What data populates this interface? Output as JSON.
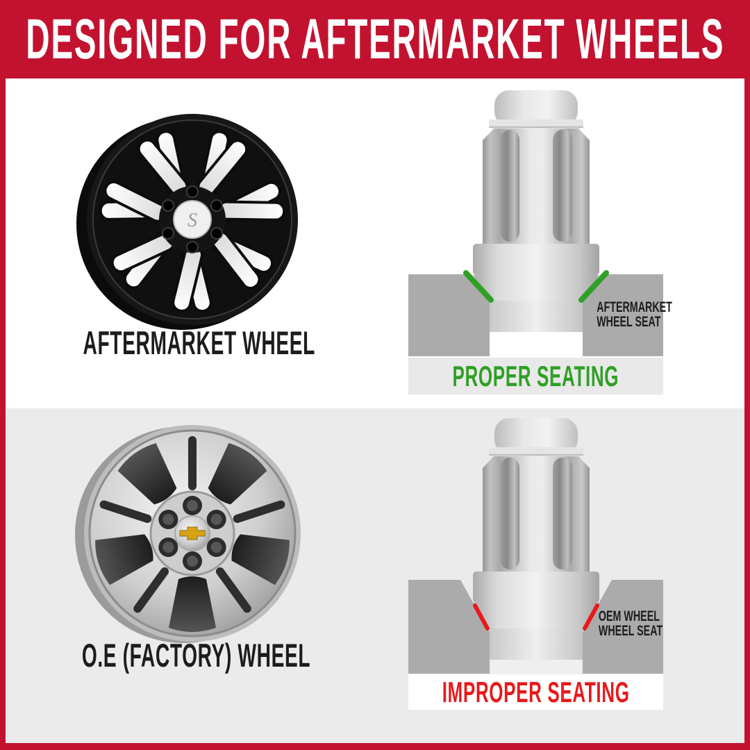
{
  "colors": {
    "frame_red": "#C31230",
    "header_text": "#FFFFFF",
    "accent_green": "#2FA024",
    "accent_red": "#E8191C",
    "block_gray": "#ABABAB",
    "top_bg": "#FFFFFF",
    "bottom_bg": "#EBEBEB",
    "top_caption_band": "#E9E9E9",
    "bottom_caption_band": "#FFFFFF",
    "label_black": "#1C1C1C",
    "bowtie_gold": "#D6A315"
  },
  "header": {
    "title": "DESIGNED FOR AFTERMARKET WHEELS"
  },
  "top_section": {
    "wheel_label": "AFTERMARKET WHEEL",
    "wheel_brand_letter": "S",
    "diagram": {
      "caption": "PROPER SEATING",
      "seat_label_line1": "AFTERMARKET",
      "seat_label_line2": "WHEEL SEAT"
    }
  },
  "bottom_section": {
    "wheel_label": "O.E (FACTORY) WHEEL",
    "diagram": {
      "caption": "IMPROPER SEATING",
      "seat_label_line1": "OEM WHEEL",
      "seat_label_line2": "WHEEL SEAT"
    }
  }
}
